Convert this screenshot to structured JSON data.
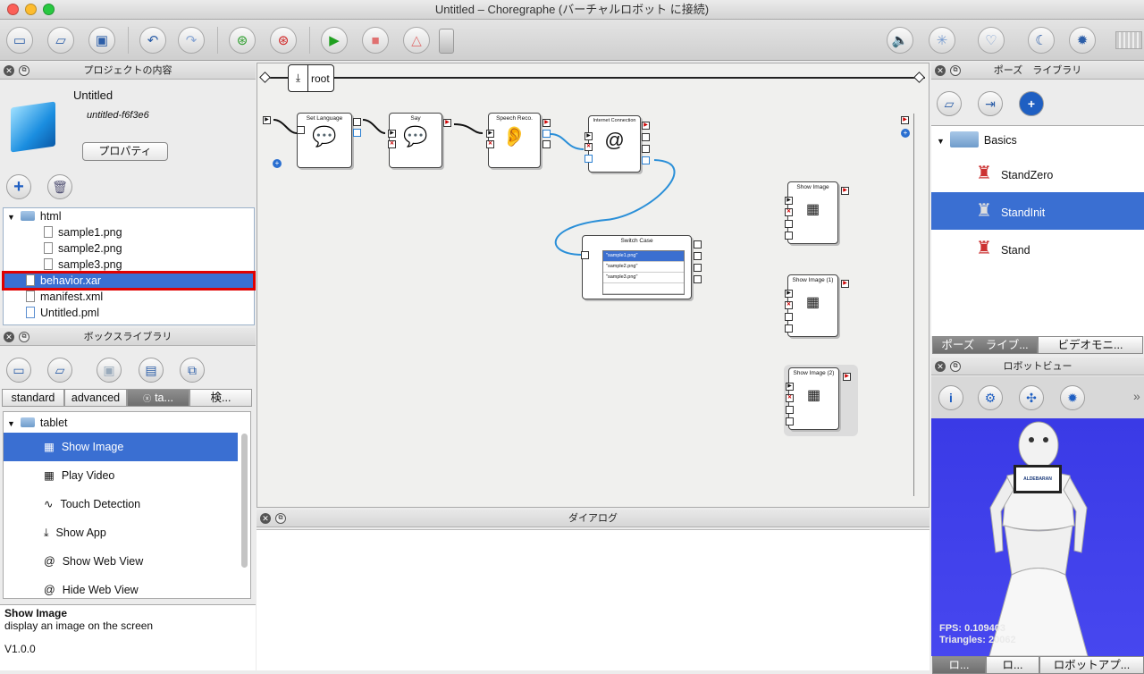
{
  "window": {
    "title": "Untitled – Choregraphe (バーチャルロボット に接続)"
  },
  "toolbar": {
    "icons": [
      "new-window-icon",
      "open-icon",
      "save-icon",
      "undo-icon",
      "redo-icon",
      "connect-icon",
      "disconnect-icon",
      "play-icon",
      "stop-icon",
      "warning-icon",
      "volume-icon",
      "autonomous-icon",
      "heart-icon",
      "sleep-icon",
      "wake-icon",
      "battery-icon"
    ]
  },
  "project_panel": {
    "title": "プロジェクトの内容",
    "name": "Untitled",
    "id": "untitled-f6f3e6",
    "properties_button": "プロパティ",
    "tree": [
      {
        "label": "html",
        "type": "folder"
      },
      {
        "label": "sample1.png",
        "type": "file"
      },
      {
        "label": "sample2.png",
        "type": "file"
      },
      {
        "label": "sample3.png",
        "type": "file"
      },
      {
        "label": "behavior.xar",
        "type": "file",
        "selected": true
      },
      {
        "label": "manifest.xml",
        "type": "file"
      },
      {
        "label": "Untitled.pml",
        "type": "file"
      }
    ]
  },
  "box_library": {
    "title": "ボックスライブラリ",
    "tabs": [
      "standard",
      "advanced",
      "ta...",
      "検..."
    ],
    "folder": "tablet",
    "items": [
      "Show Image",
      "Play Video",
      "Touch Detection",
      "Show App",
      "Show Web View",
      "Hide Web View"
    ],
    "selected": "Show Image",
    "desc_title": "Show Image",
    "desc_text": "display an image on the screen",
    "version": "V1.0.0"
  },
  "flow": {
    "root_label": "root",
    "boxes": {
      "set_language": "Set Language",
      "say": "Say",
      "speech_reco": "Speech Reco.",
      "internet_connection": "Internet Connection",
      "switch_case": "Switch Case",
      "show_image": "Show Image",
      "show_image_1": "Show Image (1)",
      "show_image_2": "Show Image (2)"
    },
    "switch_cases": [
      "\"sample1.png\"",
      "\"sample2.png\"",
      "\"sample3.png\"",
      ""
    ]
  },
  "dialog_panel": {
    "title": "ダイアログ"
  },
  "pose_library": {
    "title": "ポーズ　ライブラリ",
    "folder": "Basics",
    "poses": [
      "StandZero",
      "StandInit",
      "Stand"
    ],
    "selected": "StandInit",
    "bottom_tabs": [
      "ポーズ　ライブ...",
      "ビデオモニ..."
    ]
  },
  "robot_view": {
    "title": "ロボットビュー",
    "fps": "FPS: 0.109403",
    "triangles": "Triangles: 20062",
    "screen_text": "ALDEBARAN",
    "bottom_tabs": [
      "ロ...",
      "ロ...",
      "ロボットアプ..."
    ]
  },
  "colors": {
    "selection": "#3a6fd2",
    "highlight_box": "#e00000",
    "wire_blue": "#2a8fd8"
  }
}
